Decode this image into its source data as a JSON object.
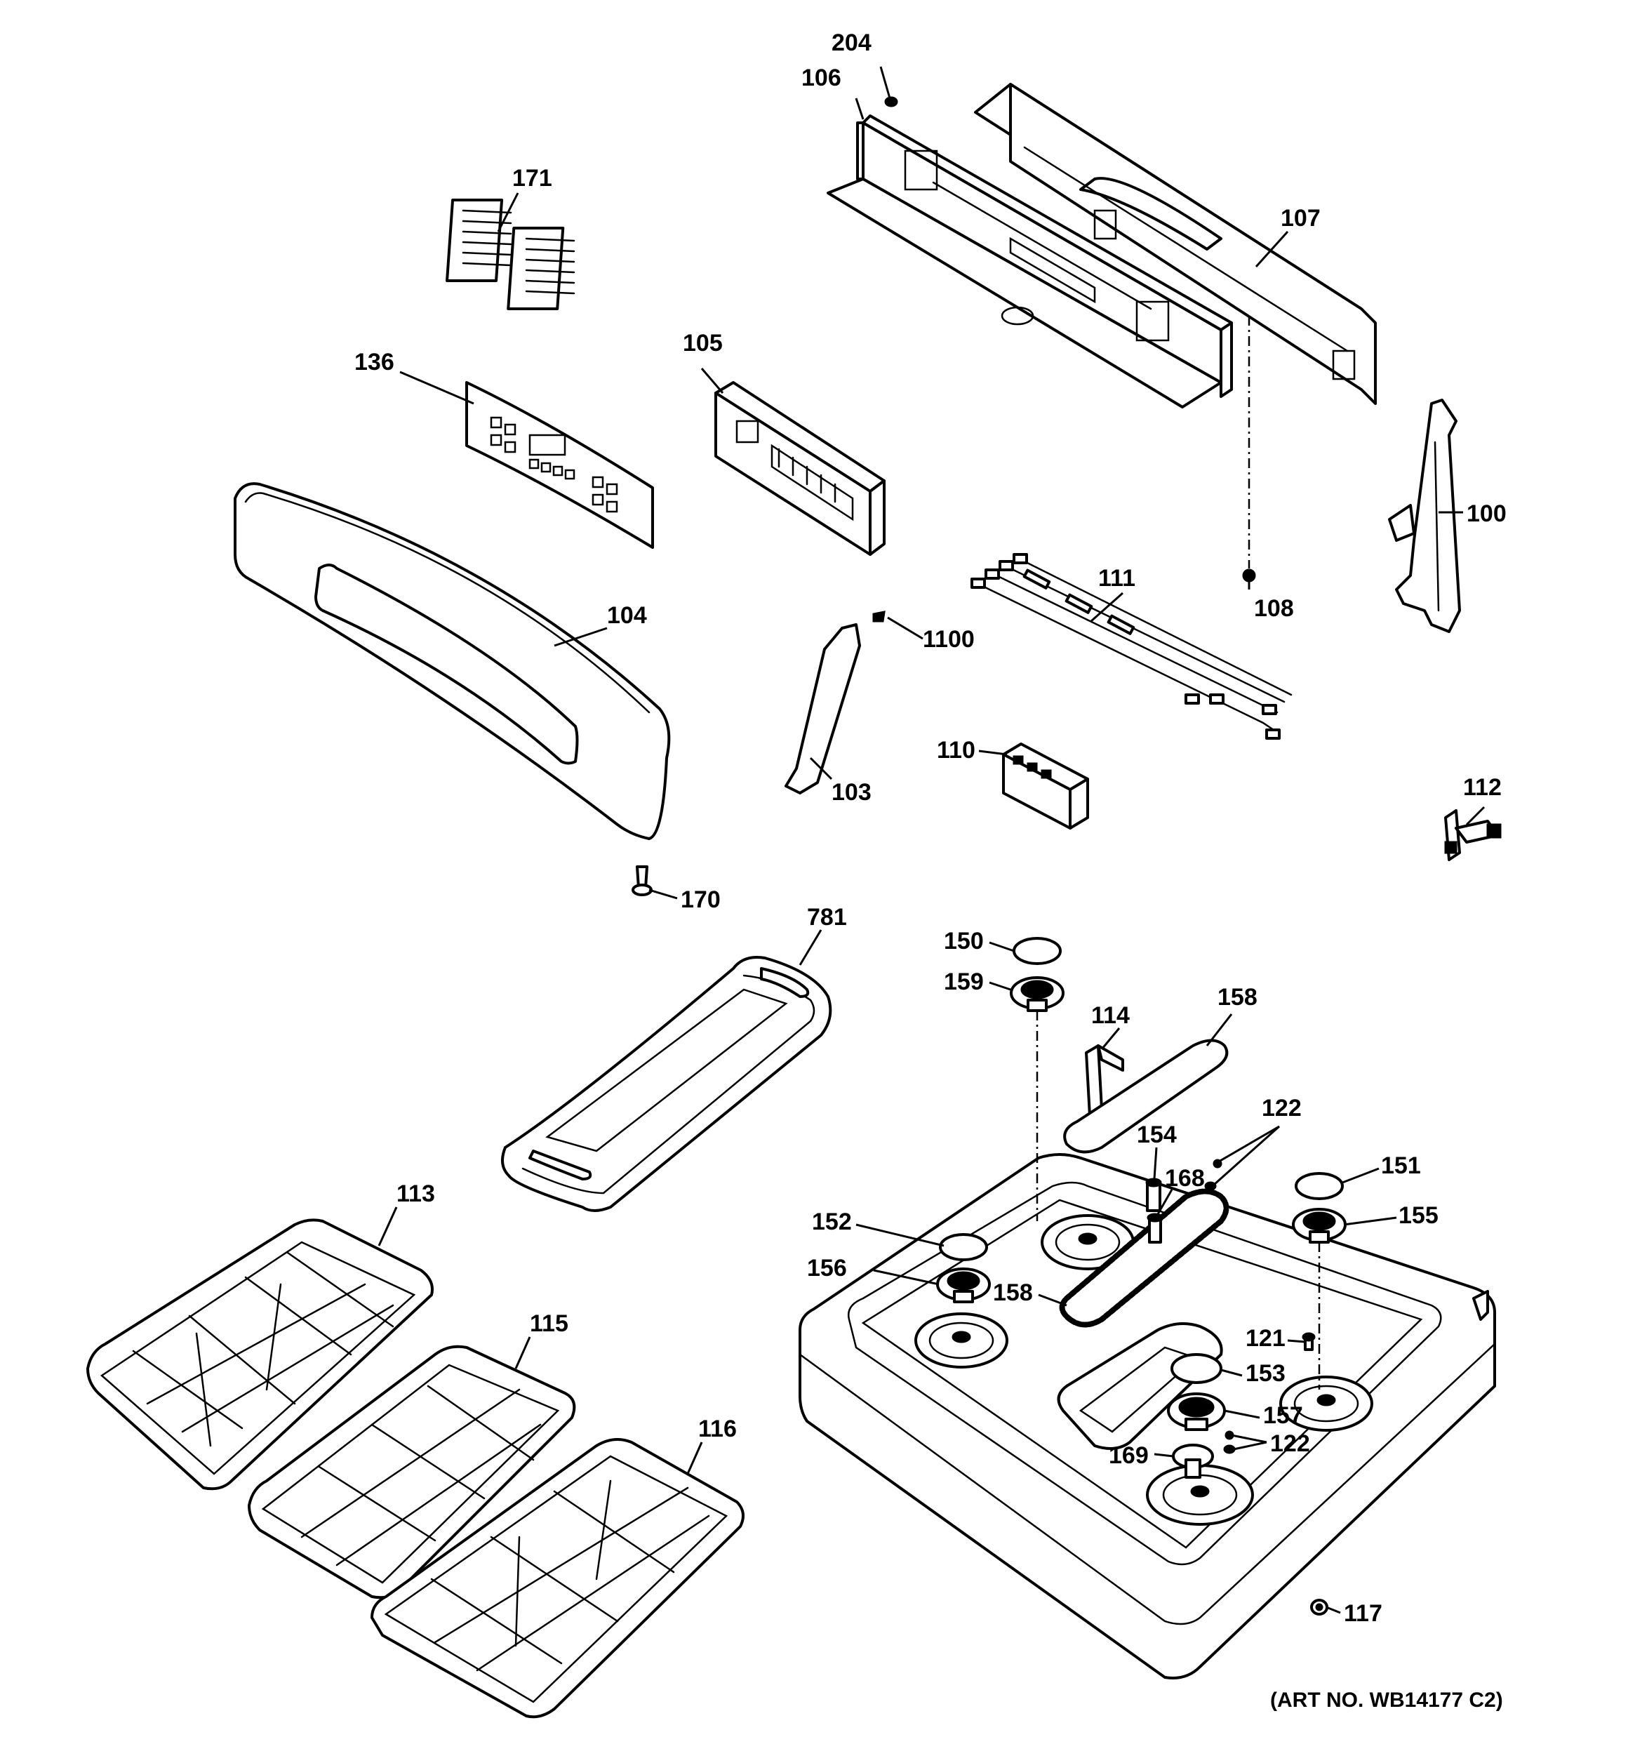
{
  "labels": {
    "l100": "100",
    "l103": "103",
    "l104": "104",
    "l105": "105",
    "l106": "106",
    "l107": "107",
    "l108": "108",
    "l110": "110",
    "l111": "111",
    "l112": "112",
    "l113": "113",
    "l114": "114",
    "l115": "115",
    "l116": "116",
    "l117": "117",
    "l121": "121",
    "l122a": "122",
    "l122b": "122",
    "l136": "136",
    "l150": "150",
    "l151": "151",
    "l152": "152",
    "l153": "153",
    "l154": "154",
    "l155": "155",
    "l156": "156",
    "l157": "157",
    "l158a": "158",
    "l158b": "158",
    "l159": "159",
    "l168": "168",
    "l169": "169",
    "l170": "170",
    "l171": "171",
    "l204": "204",
    "l781": "781",
    "l1100": "1100"
  },
  "art_number": "(ART NO. WB14177 C2)"
}
